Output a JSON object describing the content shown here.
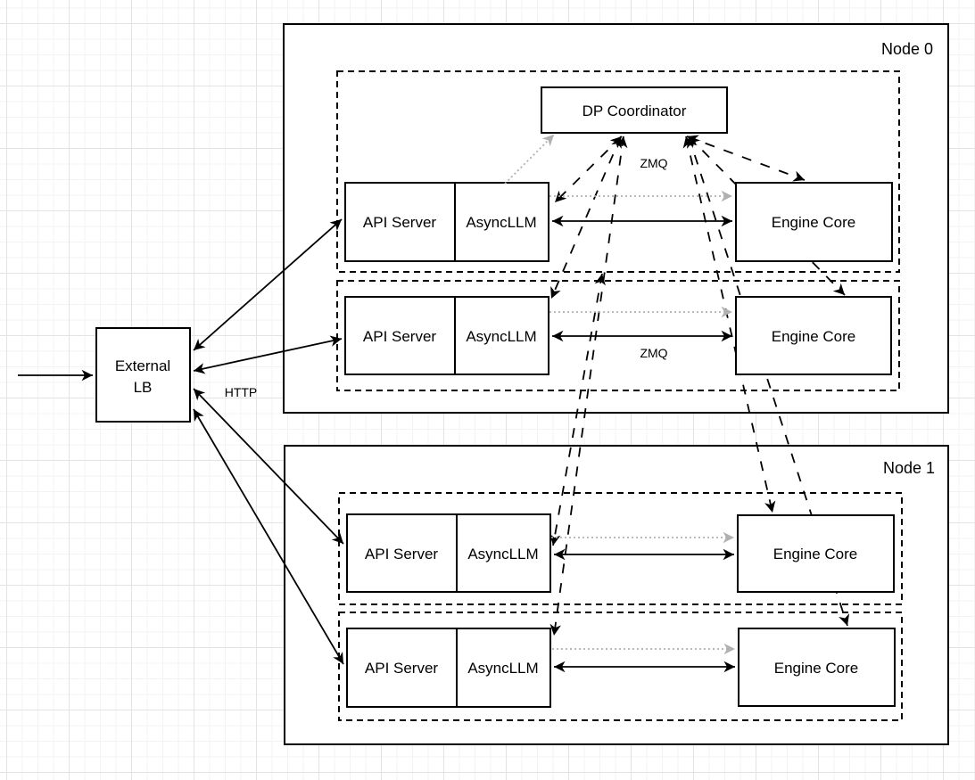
{
  "diagram": {
    "type": "architecture-diagram",
    "description": "vLLM data-parallel deployment with external load balancer: External LB routes HTTP to API Server/AsyncLLM pairs on two nodes; AsyncLLM talks to Engine Core over ZMQ; DP Coordinator on Node 0 links to AsyncLLMs and Engine Cores via ZMQ"
  },
  "labels": {
    "node0": "Node 0",
    "node1": "Node 1",
    "dp_coordinator": "DP Coordinator",
    "external_lb_line1": "External",
    "external_lb_line2": "LB",
    "api_server": "API Server",
    "async_llm": "AsyncLLM",
    "engine_core": "Engine Core",
    "http": "HTTP",
    "zmq_coordinator": "ZMQ",
    "zmq_engine": "ZMQ"
  },
  "structure": {
    "nodes": [
      {
        "label": "Node 0",
        "has_coordinator": true,
        "ranks": 2
      },
      {
        "label": "Node 1",
        "has_coordinator": false,
        "ranks": 2
      }
    ],
    "rank_components": [
      "API Server",
      "AsyncLLM",
      "Engine Core"
    ],
    "link_types": {
      "solid_black": "HTTP / ZMQ request-response (bidirectional)",
      "dashed_black": "ZMQ coordinator links (bidirectional)",
      "dotted_gray": "one-way notifications"
    }
  },
  "colors": {
    "stroke": "#000000",
    "gray_link": "#b0b0b0",
    "box_fill": "#ffffff",
    "grid_minor": "#f3f3f3",
    "grid_major": "#e3e3e3"
  }
}
